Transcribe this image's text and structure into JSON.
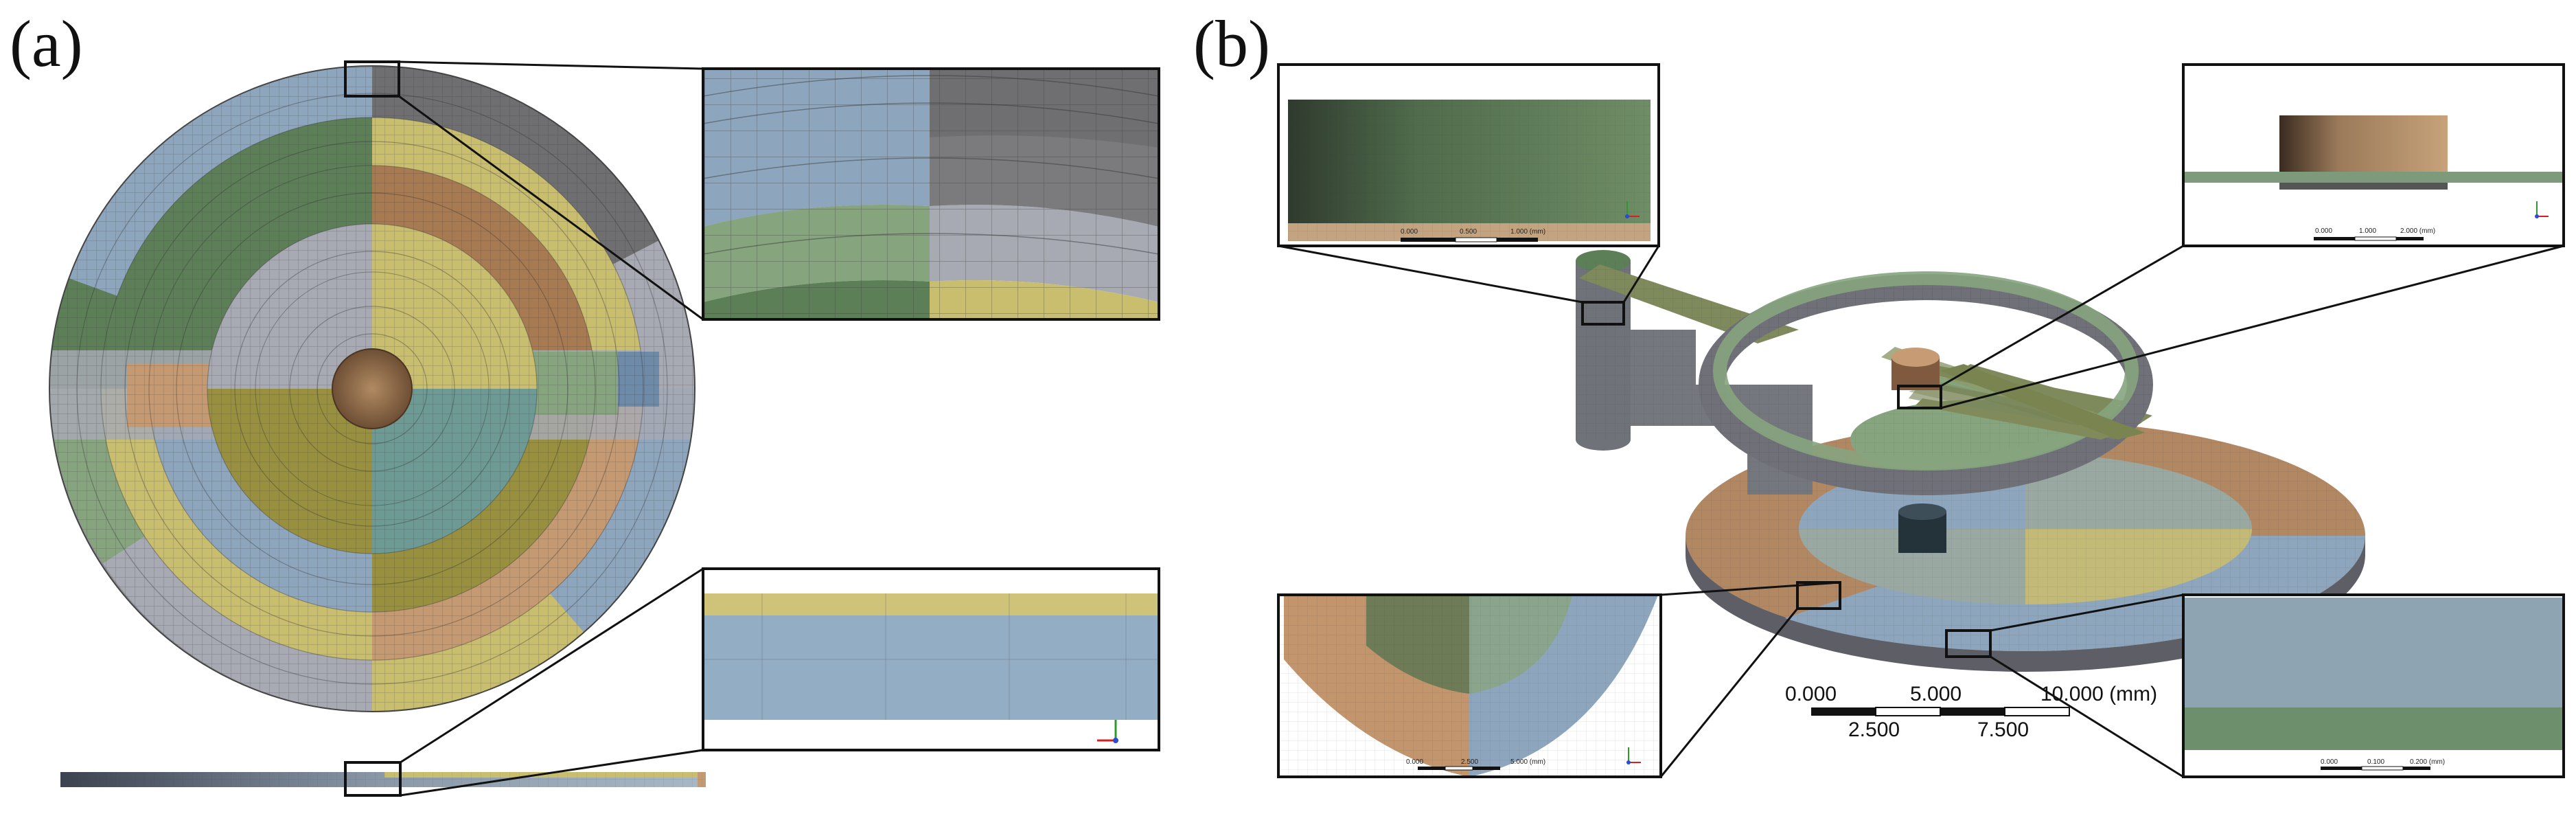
{
  "figure": {
    "panel_a_label": "(a)",
    "panel_b_label": "(b)"
  },
  "scale_bar": {
    "labels_top": [
      "0.000",
      "5.000",
      "10.000 (mm)"
    ],
    "labels_bottom": [
      "2.500",
      "7.500"
    ]
  },
  "insets": {
    "b_top_left": {
      "ticks": [
        "0.000",
        "0.500",
        "1.000 (mm)"
      ]
    },
    "b_top_right": {
      "ticks": [
        "0.000",
        "1.000",
        "2.000 (mm)"
      ]
    },
    "b_bottom_left": {
      "ticks": [
        "0.000",
        "2.500",
        "5.000 (mm)"
      ]
    },
    "b_bottom_right": {
      "ticks": [
        "0.000",
        "0.100",
        "0.200 (mm)"
      ]
    }
  },
  "colors": {
    "blue": "#8ea6bd",
    "green": "#86a47e",
    "dark_green": "#5d7f58",
    "yellow": "#c9bd6e",
    "grey": "#a7a9b3",
    "dark_grey": "#6f6f71",
    "orange": "#c59a72",
    "teal": "#6d9a94",
    "olive": "#98903e",
    "brown": "#a87a52"
  }
}
